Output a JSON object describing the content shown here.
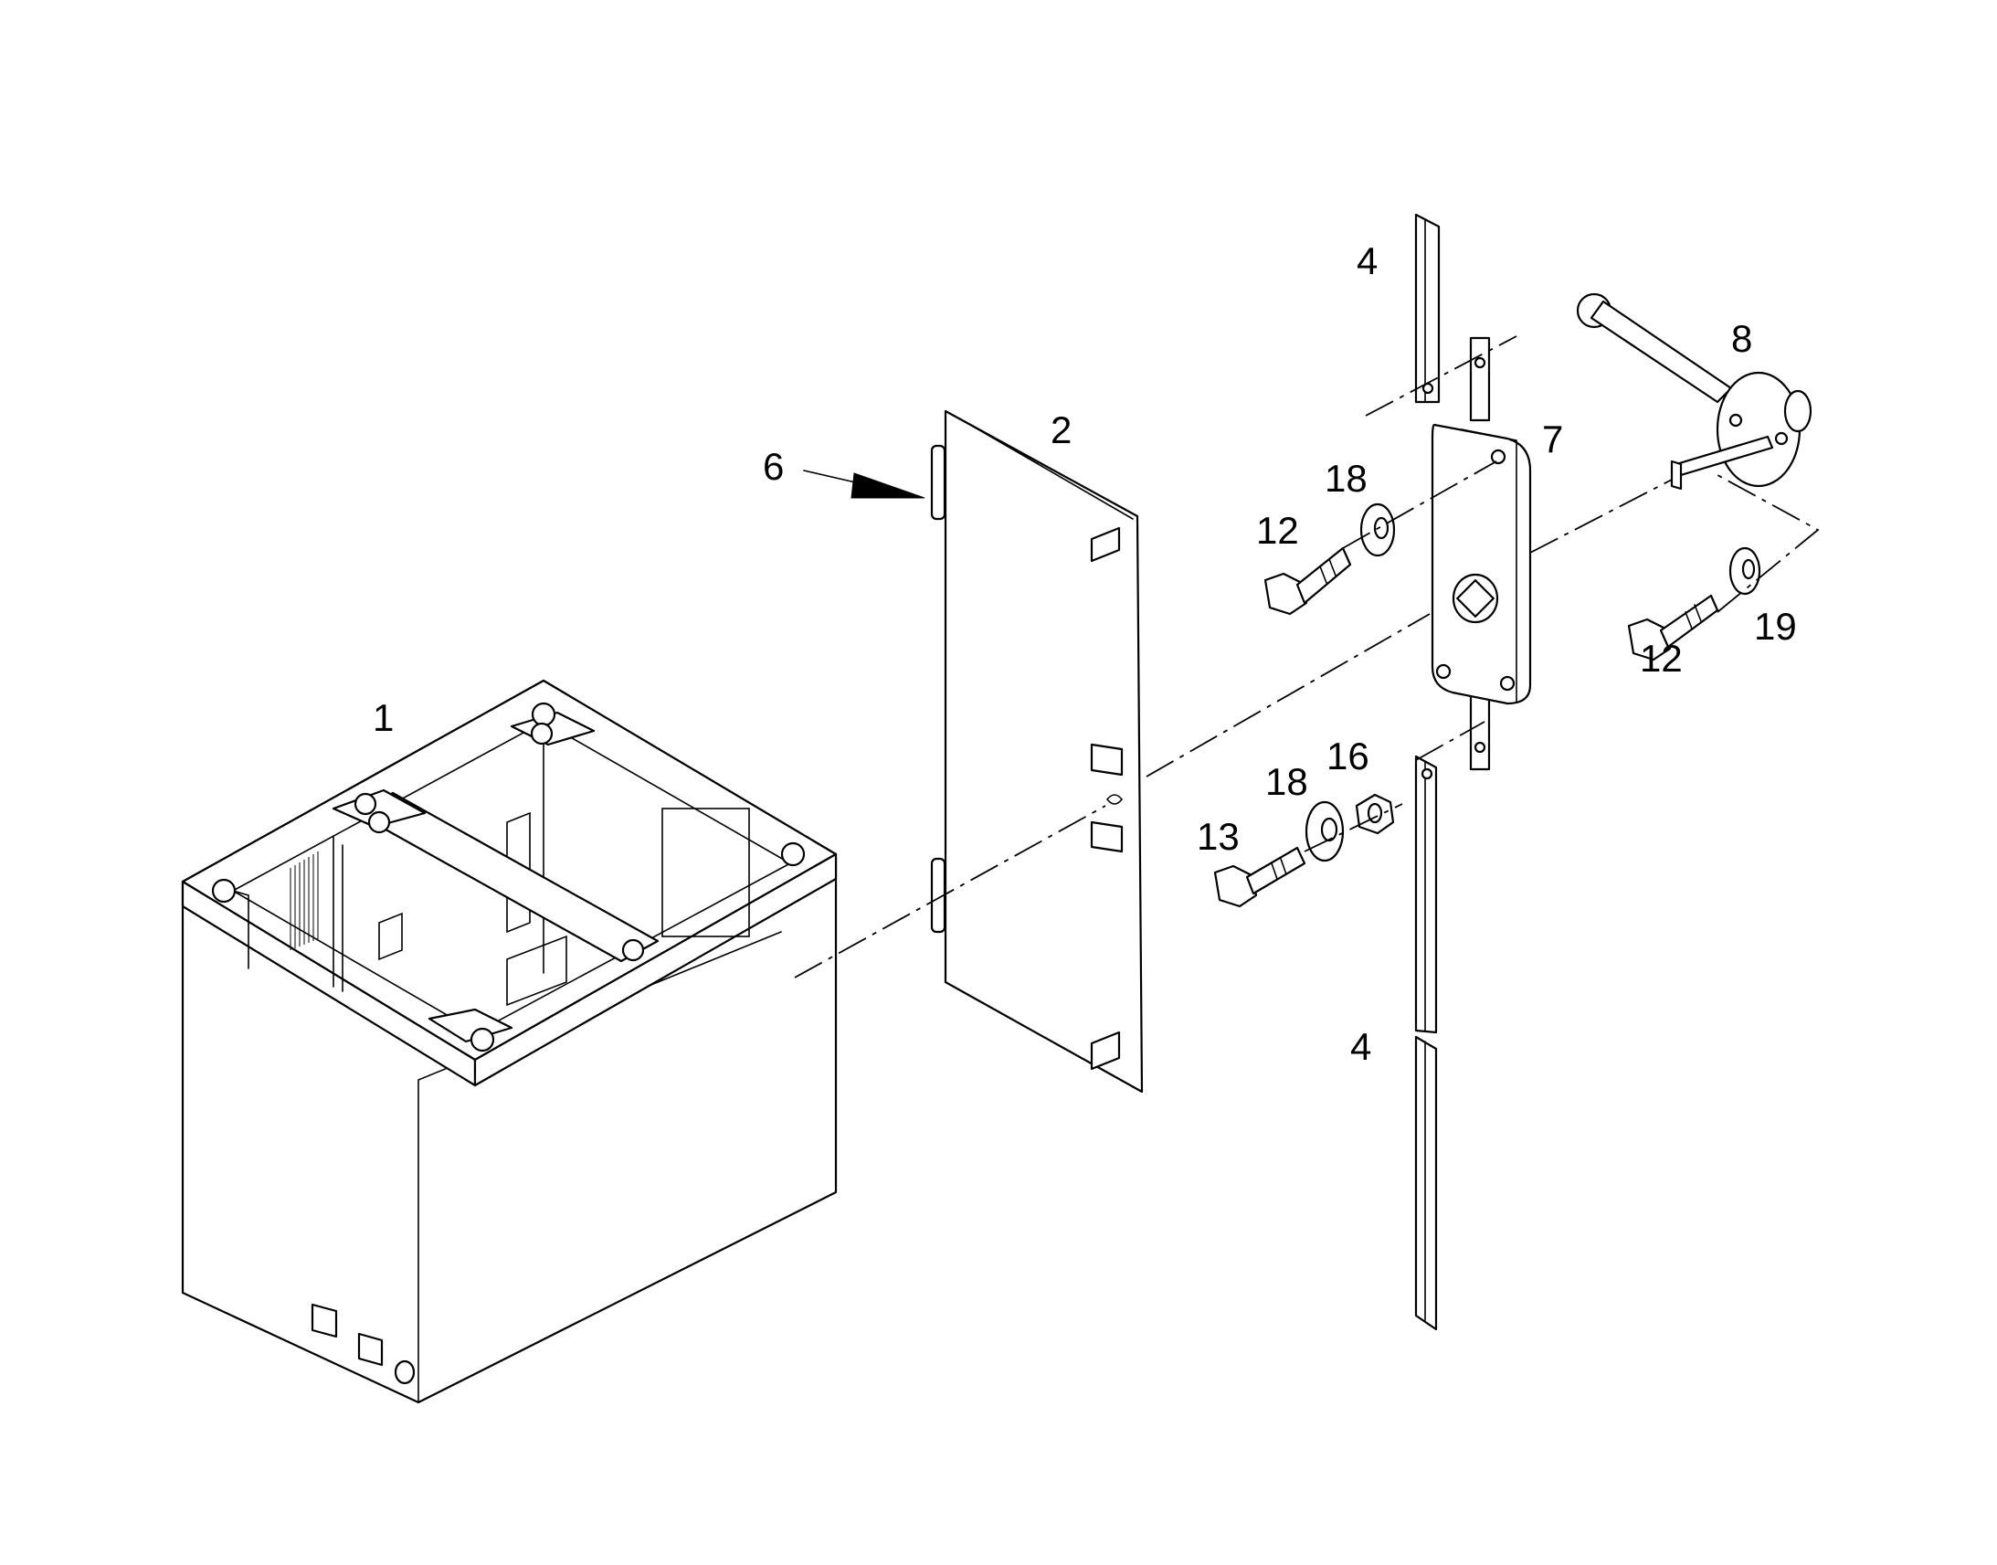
{
  "callouts": {
    "c1": "1",
    "c2": "2",
    "c4_top": "4",
    "c4_bottom": "4",
    "c6": "6",
    "c7": "7",
    "c8": "8",
    "c12_left": "12",
    "c12_right": "12",
    "c13": "13",
    "c16": "16",
    "c18_upper": "18",
    "c18_lower": "18",
    "c19": "19"
  },
  "colors": {
    "line": "#000000",
    "background": "#ffffff"
  }
}
